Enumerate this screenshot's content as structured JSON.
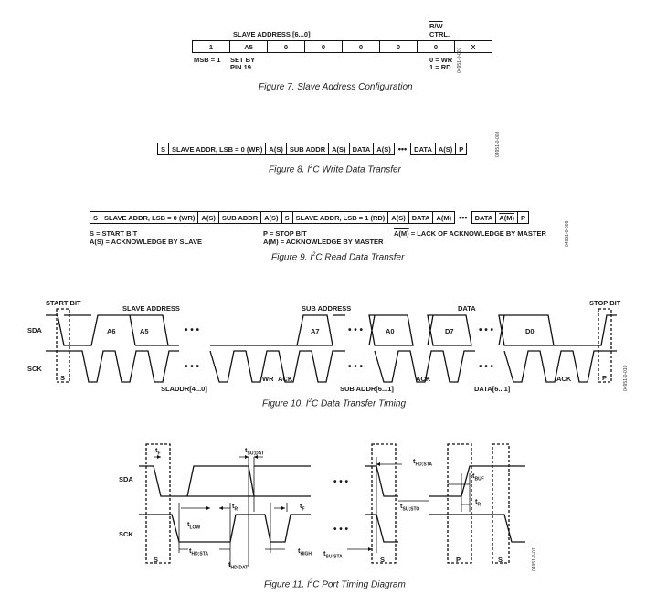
{
  "fig7": {
    "header_slave_address": "SLAVE ADDRESS [6...0]",
    "header_rw_line1": "R/W",
    "header_rw_line2": "CTRL.",
    "cells": [
      "1",
      "A5",
      "0",
      "0",
      "0",
      "0",
      "0",
      "X"
    ],
    "note_msb": "MSB = 1",
    "note_setby_line1": "SET BY",
    "note_setby_line2": "PIN 19",
    "note_wr": "0 = WR",
    "note_rd": "1 = RD",
    "side_code": "04951-0-007",
    "caption": "Figure 7. Slave Address Configuration"
  },
  "fig8": {
    "cells_a": [
      "S",
      "SLAVE ADDR, LSB = 0 (WR)",
      "A(S)",
      "SUB ADDR",
      "A(S)",
      "DATA",
      "A(S)"
    ],
    "dots": "•••",
    "cells_b": [
      "DATA",
      "A(S)",
      "P"
    ],
    "side_code": "04951-0-008",
    "caption_pre": "Figure 8. I",
    "caption_sup": "2",
    "caption_post": "C Write Data Transfer"
  },
  "fig9": {
    "cells_a": [
      "S",
      "SLAVE ADDR, LSB = 0 (WR)",
      "A(S)",
      "SUB ADDR",
      "A(S)",
      "S",
      "SLAVE ADDR, LSB = 1 (RD)",
      "A(S)",
      "DATA",
      "A(M)"
    ],
    "dots": "•••",
    "cells_b_data": "DATA",
    "cells_b_nack": "A(M)",
    "cells_b_p": "P",
    "legend_s": "S = START BIT",
    "legend_as": "A(S) = ACKNOWLEDGE BY SLAVE",
    "legend_p": "P = STOP BIT",
    "legend_am": "A(M) = ACKNOWLEDGE BY MASTER",
    "legend_nack_sym": "A(M)",
    "legend_nack_text": "= LACK OF ACKNOWLEDGE BY MASTER",
    "side_code": "04951-0-009",
    "caption_pre": "Figure 9. I",
    "caption_sup": "2",
    "caption_post": "C Read Data Transfer"
  },
  "fig10": {
    "start_bit": "START BIT",
    "stop_bit": "STOP BIT",
    "slave_address": "SLAVE ADDRESS",
    "sub_address": "SUB ADDRESS",
    "data": "DATA",
    "sda": "SDA",
    "sck": "SCK",
    "bits": [
      "A6",
      "A5",
      "A7",
      "A0",
      "D7",
      "D0"
    ],
    "s": "S",
    "p": "P",
    "wr": "WR",
    "ack": "ACK",
    "sladdr": "SLADDR[4...0]",
    "subaddr": "SUB ADDR[6...1]",
    "data61": "DATA[6...1]",
    "dots": "• • •",
    "side_code": "04951-0-010",
    "caption_pre": "Figure 10. I",
    "caption_sup": "2",
    "caption_post": "C Data Transfer Timing"
  },
  "fig11": {
    "sda": "SDA",
    "sck": "SCK",
    "t": "t",
    "sub_f": "F",
    "sub_sudat": "SU;DAT",
    "sub_hdsta": "HD;STA",
    "sub_buf": "BUF",
    "sub_r": "R",
    "sub_low": "LOW",
    "sub_susto": "SU;STO",
    "sub_hddat": "HD;DAT",
    "sub_high": "HIGH",
    "sub_susta": "SU;STA",
    "s": "S",
    "p": "P",
    "dots": "• • •",
    "side_code": "04951-0-011",
    "caption_pre": "Figure 11. I",
    "caption_sup": "2",
    "caption_post": "C Port Timing Diagram"
  }
}
